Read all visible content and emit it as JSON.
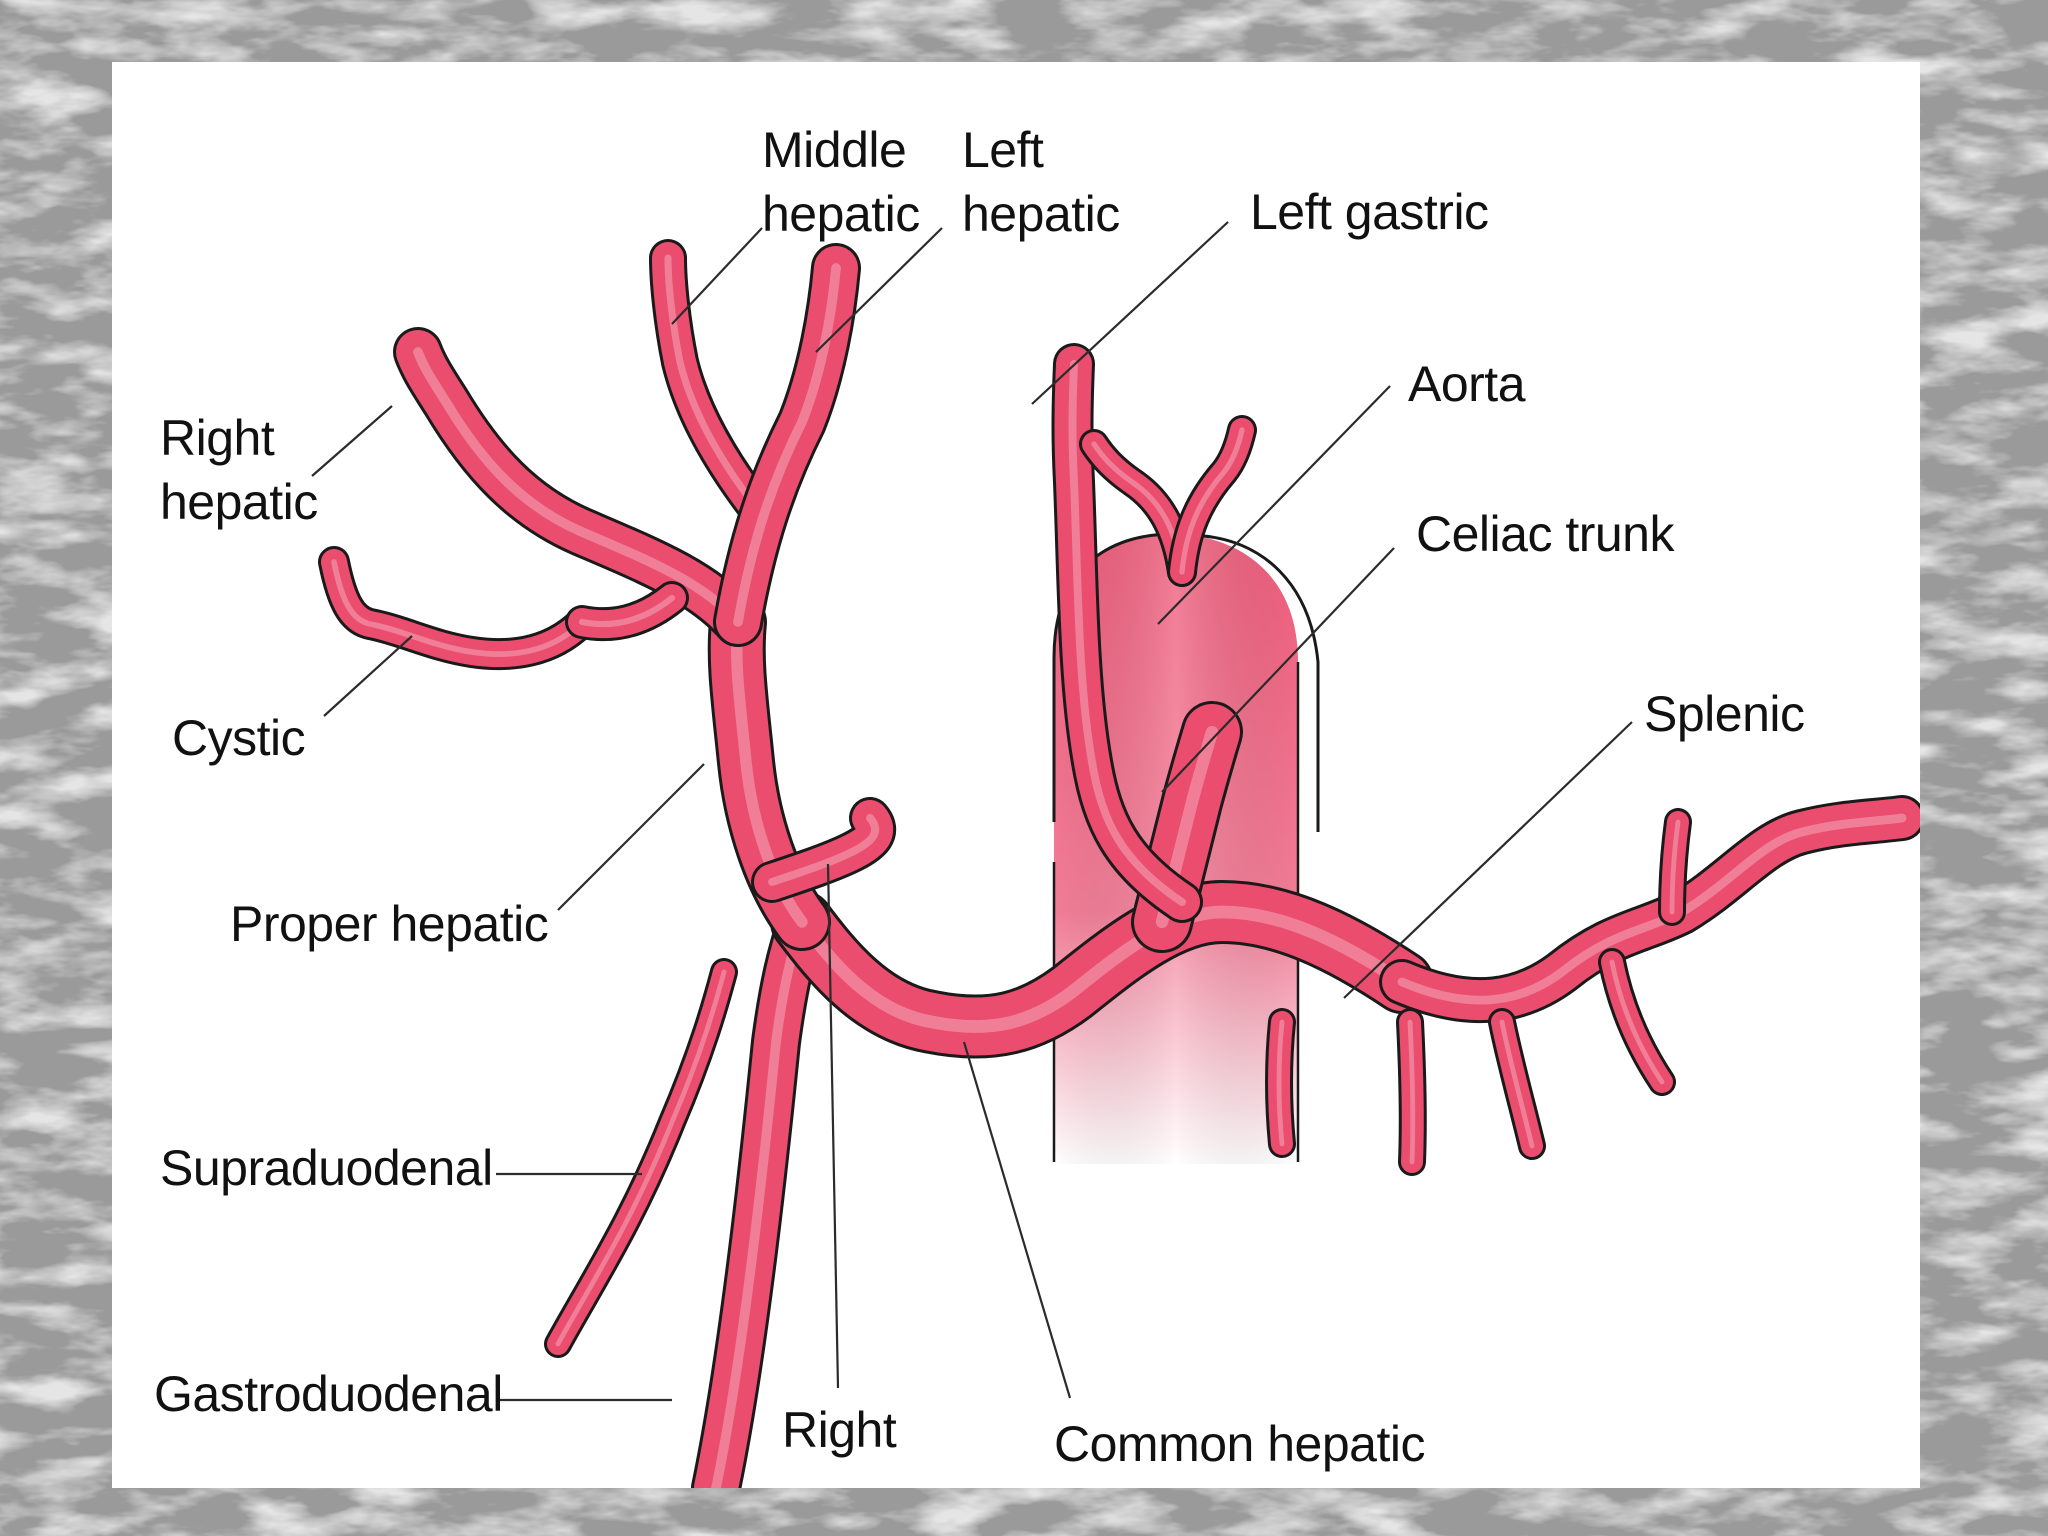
{
  "colors": {
    "artery": "#ea4d6e",
    "artery_light": "#f6a7b9",
    "aorta": "#f07590",
    "outline": "#1a1a1a",
    "background_marble": "#cfcfcf",
    "panel": "#ffffff"
  },
  "labels": {
    "middle_hepatic": "Middle\nhepatic",
    "left_hepatic": "Left\nhepatic",
    "left_gastric": "Left gastric",
    "right_hepatic": "Right\nhepatic",
    "aorta": "Aorta",
    "celiac_trunk": "Celiac trunk",
    "cystic": "Cystic",
    "splenic": "Splenic",
    "proper_hepatic": "Proper hepatic",
    "supraduodenal": "Supraduodenal",
    "gastroduodenal": "Gastroduodenal",
    "right_gastric": "Right",
    "common_hepatic": "Common hepatic"
  }
}
